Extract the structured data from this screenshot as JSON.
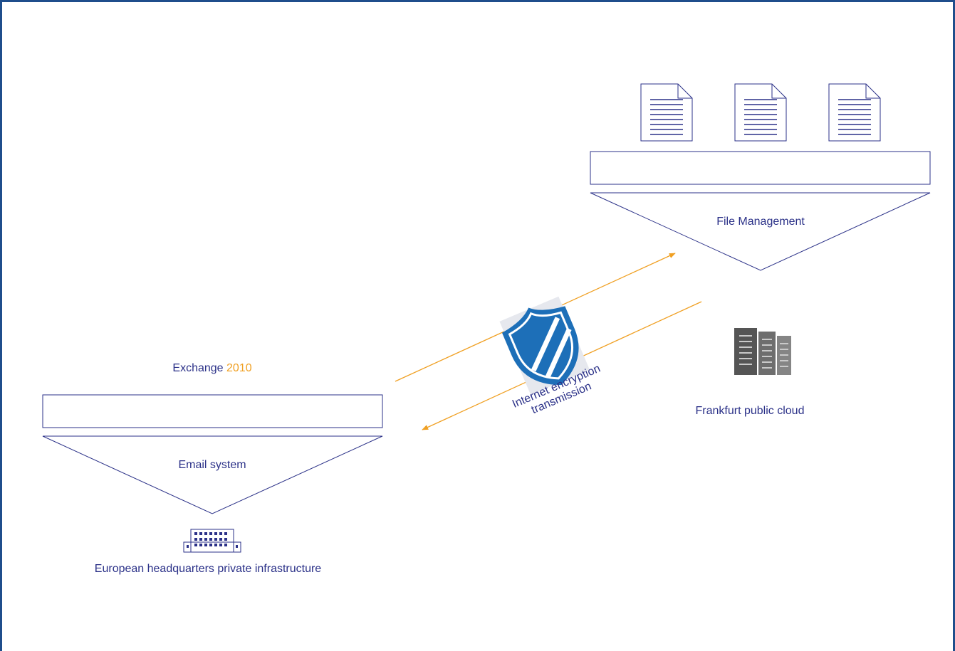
{
  "exchange": {
    "name": "Exchange",
    "version": "2010"
  },
  "email_system": {
    "label": "Email system"
  },
  "hq": {
    "label": "European headquarters private infrastructure",
    "icon": "office-building-icon"
  },
  "file_management": {
    "label": "File Management",
    "doc_icon": "document-icon"
  },
  "cloud": {
    "label": "Frankfurt public cloud",
    "icon": "server-rack-icon"
  },
  "encryption": {
    "line1": "Internet encryption",
    "line2": "transmission",
    "icon": "shield-icon"
  },
  "colors": {
    "primary": "#2b3188",
    "accent": "#f0a023",
    "shield": "#1d6fb8",
    "frame": "#1f4e8c",
    "server": "#6b6b6b"
  }
}
